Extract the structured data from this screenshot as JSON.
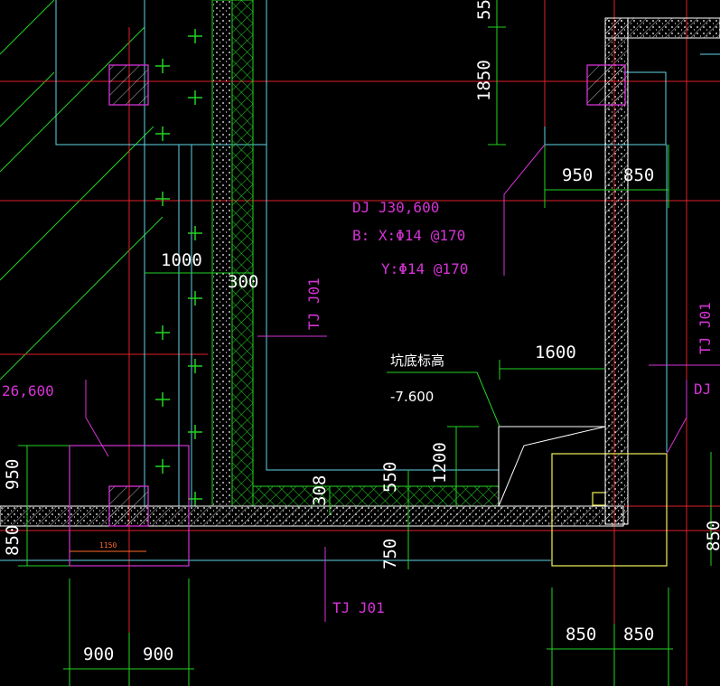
{
  "colors": {
    "background": "#000000",
    "axis_red": "#e0202a",
    "green": "#22d322",
    "cyan": "#5fd6e6",
    "magenta": "#d633d6",
    "white": "#ffffff",
    "yellow": "#f2f25a",
    "orange": "#ff6a2a"
  },
  "labels": {
    "dj_title": "DJ  J30,600",
    "dj_b": "B:  X:Φ14 @170",
    "dj_y": "Y:Φ14 @170",
    "tj_a": "TJ  J01",
    "tj_b": "TJ  J01",
    "tj_c": "TJ  J01",
    "left_elev": "26,600",
    "right_dj": "DJ",
    "pit_title": "坑底标高",
    "pit_value": "-7.600"
  },
  "dims": {
    "d55": "55",
    "d1850": "1850",
    "d950_top": "950",
    "d850_top": "850",
    "d1000": "1000",
    "d300": "300",
    "d1600": "1600",
    "d1200": "1200",
    "d550": "550",
    "d308": "308",
    "d750": "750",
    "d950_left": "950",
    "d850_left": "850",
    "d1150": "1150",
    "d900_a": "900",
    "d900_b": "900",
    "d850_bl": "850",
    "d850_br": "850",
    "d850_right": "850"
  }
}
